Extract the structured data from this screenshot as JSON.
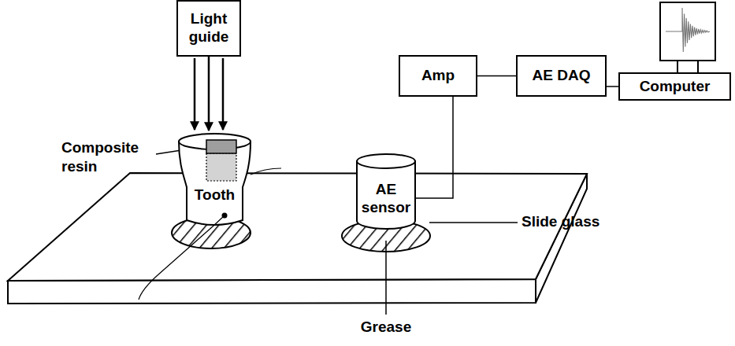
{
  "diagram": {
    "nodes": [
      {
        "text": [
          "Light guide"
        ]
      },
      {
        "text": [
          "Amp"
        ]
      },
      {
        "text": [
          "AE DAQ"
        ]
      },
      {
        "text": [
          "Computer"
        ]
      },
      {
        "text": [
          "Tooth"
        ]
      },
      {
        "text": [
          "AE sensor"
        ]
      }
    ],
    "edges": [
      {
        "from": 0,
        "to": 4,
        "arrow": "to"
      },
      {
        "from": 5,
        "to": 1,
        "arrow": "none"
      },
      {
        "from": 1,
        "to": 2,
        "arrow": "none"
      },
      {
        "from": 2,
        "to": 3,
        "arrow": "none"
      }
    ],
    "labels": [
      "Composite resin",
      "Slide glass",
      "Grease"
    ]
  }
}
